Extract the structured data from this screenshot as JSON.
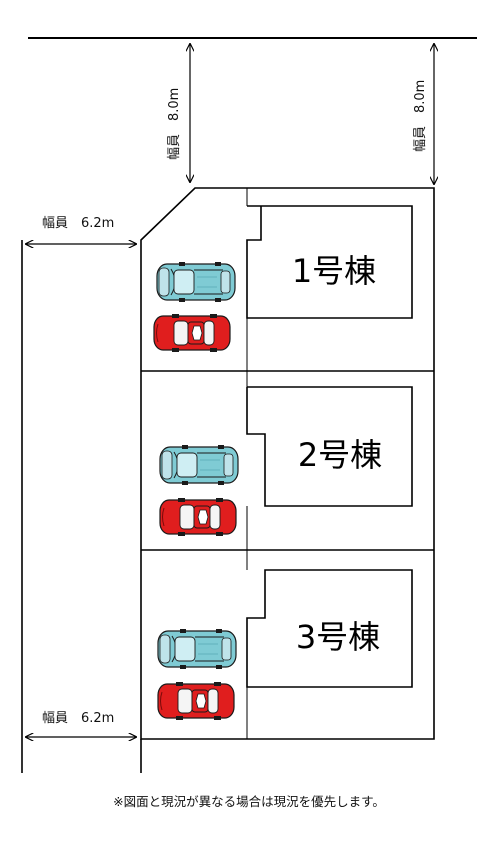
{
  "road_width_labels": {
    "top_left": "幅員　8.0m",
    "top_right": "幅員　8.0m",
    "left_upper": "幅員　6.2m",
    "left_lower": "幅員　6.2m"
  },
  "buildings": [
    {
      "label": "1号棟"
    },
    {
      "label": "2号棟"
    },
    {
      "label": "3号棟"
    }
  ],
  "cars": [
    {
      "lot": 1,
      "color": "#7fcbd4",
      "type": "compact"
    },
    {
      "lot": 1,
      "color": "#e01e1e",
      "type": "sedan"
    },
    {
      "lot": 2,
      "color": "#7fcbd4",
      "type": "compact"
    },
    {
      "lot": 2,
      "color": "#e01e1e",
      "type": "sedan"
    },
    {
      "lot": 3,
      "color": "#7fcbd4",
      "type": "compact"
    },
    {
      "lot": 3,
      "color": "#e01e1e",
      "type": "sedan"
    }
  ],
  "footnote": "※図面と現況が異なる場合は現況を優先します。"
}
